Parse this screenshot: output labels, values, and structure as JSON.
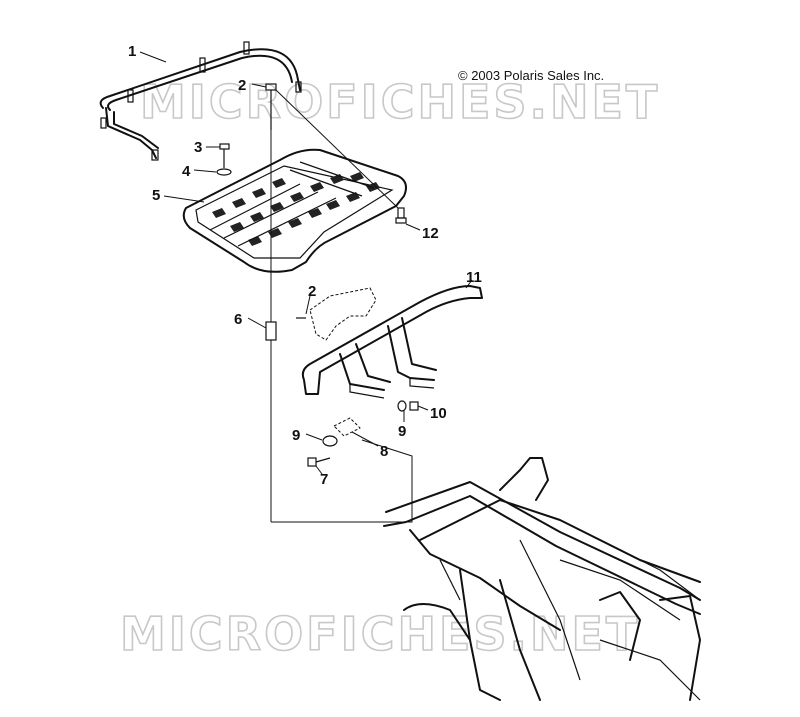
{
  "copyright": "© 2003 Polaris Sales Inc.",
  "watermark": "MICROFICHES.NET",
  "callouts": {
    "c1": "1",
    "c2a": "2",
    "c3": "3",
    "c4": "4",
    "c5": "5",
    "c12": "12",
    "c11": "11",
    "c2b": "2",
    "c6": "6",
    "c10": "10",
    "c9a": "9",
    "c9b": "9",
    "c8": "8",
    "c7": "7"
  }
}
